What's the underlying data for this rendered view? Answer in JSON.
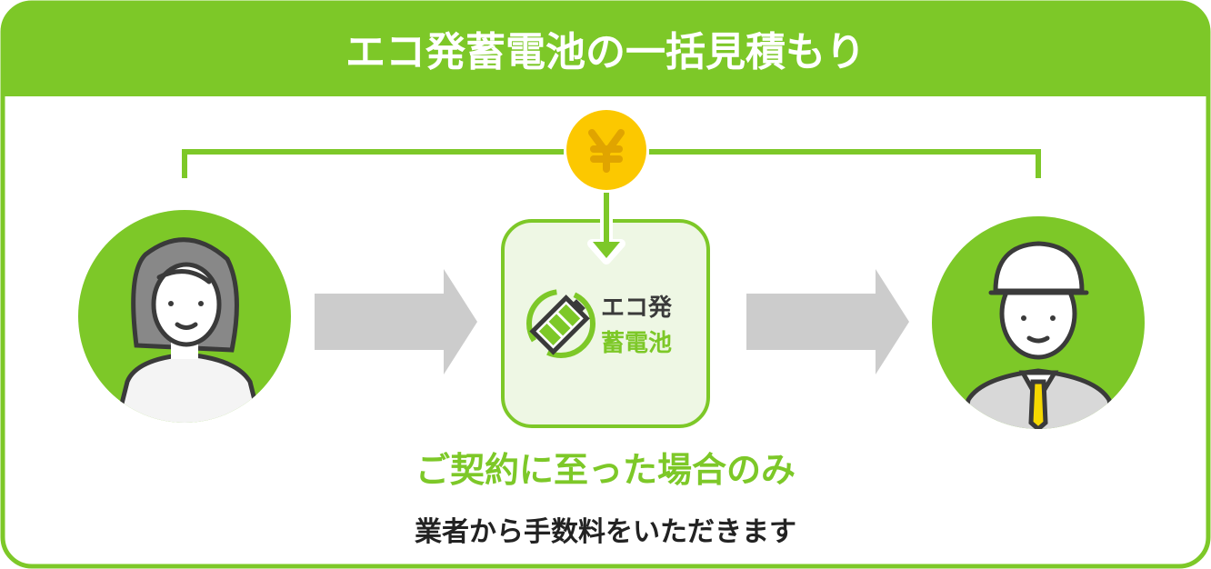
{
  "title": "エコ発蓄電池の一括見積もり",
  "coin_symbol": "¥",
  "logo": {
    "line1": "エコ発",
    "line2": "蓄電池"
  },
  "note_highlight": "ご契約に至った場合のみ",
  "note_body": "業者から手数料をいただきます",
  "colors": {
    "green": "#7dc828",
    "yellow": "#fcc800",
    "arrow_gray": "#cccccc",
    "box_fill": "#eef7e4"
  }
}
